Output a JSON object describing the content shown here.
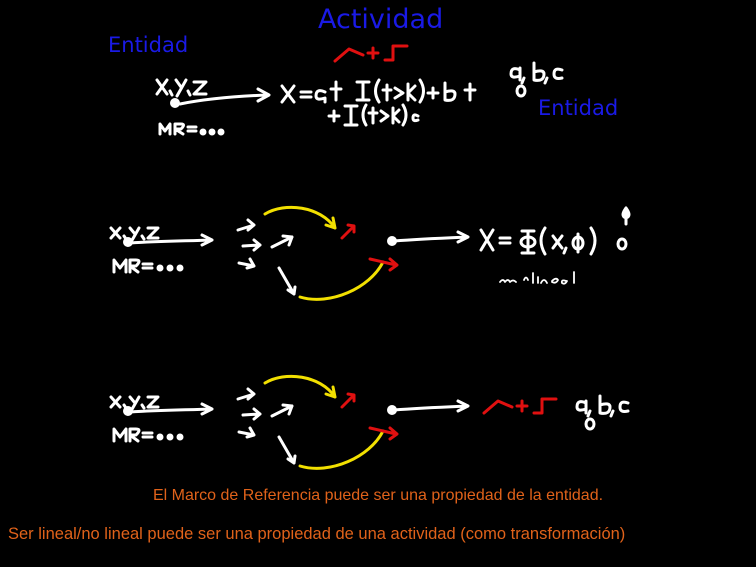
{
  "title": "Actividad",
  "entity_left_label": "Entidad",
  "entity_right_label": "Entidad",
  "handwritten": {
    "coords": "x,y,z",
    "frame": "MR=...",
    "equation_line1": "X = a t I(t>k) + b t",
    "equation_line2": "+ I(t>k) c",
    "params": "a,b,c",
    "nonlinear_eq": "X = Φ(x, φ)",
    "phi": "φ",
    "nonlinear_note": "no lineal"
  },
  "notes": [
    "El Marco de Referencia puede ser una propiedad de la entidad.",
    "Ser lineal/no lineal puede ser una propiedad de una actividad (como transformación)"
  ],
  "colors": {
    "background": "#000000",
    "ink": "#ffffff",
    "accent_blue": "#1a1ae6",
    "accent_red": "#e01010",
    "accent_yellow": "#f2e000",
    "note_orange": "#e0621a"
  }
}
